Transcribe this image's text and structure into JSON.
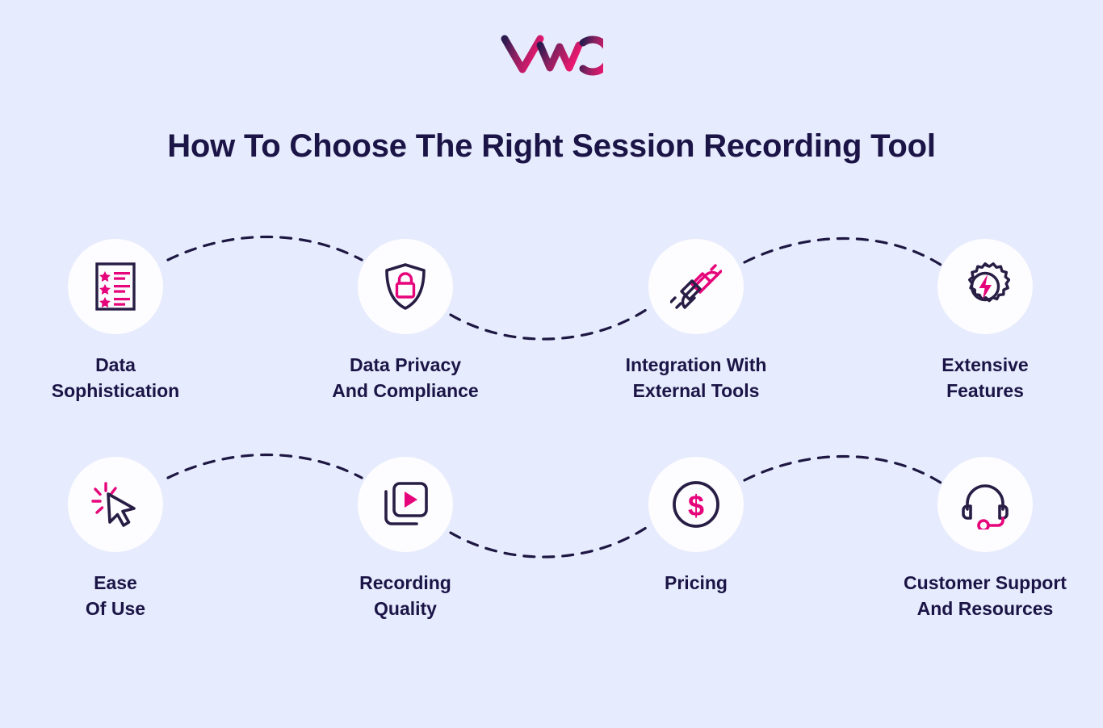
{
  "brand": {
    "logo_name": "vwo-logo",
    "logo_text": "VWO",
    "gradient_start": "#2b1a4f",
    "gradient_end": "#e8186e"
  },
  "theme": {
    "background": "#e6ebfd",
    "circle_fill": "#fdfcfe",
    "navy": "#281e45",
    "pink": "#e6047b",
    "title_color": "#1b1446",
    "connector_color": "#1d1742"
  },
  "header": {
    "title": "How To Choose The Right Session Recording Tool"
  },
  "steps": [
    {
      "id": "data-sophistication",
      "icon": "checklist-document-icon",
      "label": "Data\nSophistication",
      "line1": "Data",
      "line2": "Sophistication"
    },
    {
      "id": "data-privacy-and-compliance",
      "icon": "shield-lock-icon",
      "label": "Data Privacy\nAnd Compliance",
      "line1": "Data Privacy",
      "line2": "And Compliance"
    },
    {
      "id": "integration-with-external-tools",
      "icon": "plug-connector-icon",
      "label": "Integration With\nExternal Tools",
      "line1": "Integration With",
      "line2": "External Tools"
    },
    {
      "id": "extensive-features",
      "icon": "gear-lightning-icon",
      "label": "Extensive\nFeatures",
      "line1": "Extensive",
      "line2": "Features"
    },
    {
      "id": "ease-of-use",
      "icon": "cursor-click-icon",
      "label": "Ease\nOf Use",
      "line1": "Ease",
      "line2": "Of Use"
    },
    {
      "id": "recording-quality",
      "icon": "video-play-stack-icon",
      "label": "Recording\nQuality",
      "line1": "Recording",
      "line2": "Quality"
    },
    {
      "id": "pricing",
      "icon": "dollar-circle-icon",
      "label": "Pricing",
      "line1": "Pricing",
      "line2": ""
    },
    {
      "id": "customer-support-and-resources",
      "icon": "headset-support-icon",
      "label": "Customer Support\nAnd Resources",
      "line1": "Customer Support",
      "line2": "And Resources"
    }
  ]
}
